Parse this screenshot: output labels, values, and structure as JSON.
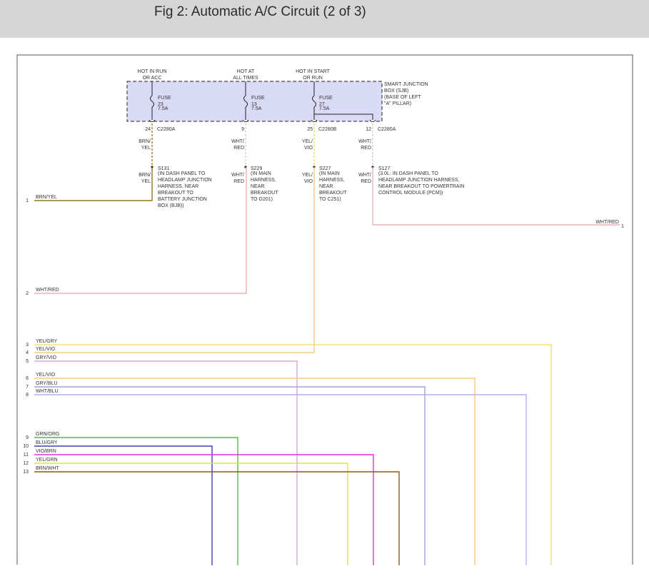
{
  "header": {
    "title": "Fig 2: Automatic A/C Circuit (2 of 3)"
  },
  "power": {
    "run_acc": [
      "HOT IN RUN",
      "OR ACC"
    ],
    "all_times": [
      "HOT AT",
      "ALL TIMES"
    ],
    "start_run": [
      "HOT IN START",
      "OR RUN"
    ]
  },
  "sjb": {
    "label": [
      "SMART JUNCTION",
      "BOX (SJB)",
      "(BASE OF LEFT",
      "\"A\" PILLAR)"
    ],
    "fuses": [
      {
        "name": "FUSE",
        "number": "23",
        "rating": "7.5A"
      },
      {
        "name": "FUSE",
        "number": "13",
        "rating": "7.5A"
      },
      {
        "name": "FUSE",
        "number": "27",
        "rating": "7.5A"
      }
    ]
  },
  "connectors": [
    {
      "pin": "24",
      "name": "C2280A"
    },
    {
      "pin": "9",
      "name": ""
    },
    {
      "pin": "25",
      "name": "C2280B"
    },
    {
      "pin": "12",
      "name": "C2280A"
    }
  ],
  "upper_wire_labels": [
    [
      "BRN/",
      "YEL"
    ],
    [
      "WHT/",
      "RED"
    ],
    [
      "YEL/",
      "VIO"
    ],
    [
      "WHT/",
      "RED"
    ]
  ],
  "splices": [
    {
      "wire": [
        "BRN/",
        "YEL"
      ],
      "desc": [
        "S131",
        "(IN DASH PANEL TO",
        "HEADLAMP JUNCTION",
        "HARNESS, NEAR",
        "BREAKOUT TO",
        "BATTERY JUNCTION",
        "BOX (BJB))"
      ]
    },
    {
      "wire": [
        "WHT/",
        "RED"
      ],
      "desc": [
        "S229",
        "(IN MAIN",
        "HARNESS,",
        "NEAR",
        "BREAKOUT",
        "TO G201)"
      ]
    },
    {
      "wire": [
        "YEL/",
        "VIO"
      ],
      "desc": [
        "S227",
        "(IN MAIN",
        "HARNESS,",
        "NEAR",
        "BREAKOUT",
        "TO C251)"
      ]
    },
    {
      "wire": [
        "WHT/",
        "RED"
      ],
      "desc": [
        "S127",
        "(3.0L: IN DASH PANEL TO",
        "HEADLAMP JUNCTION HARNESS,",
        "NEAR BREAKOUT TO POWERTRAIN",
        "CONTROL MODULE (PCM))"
      ]
    }
  ],
  "right_wire": {
    "label": "WHT/RED",
    "num": "1"
  },
  "wires": [
    {
      "num": "1",
      "label": "BRN/YEL",
      "color": "#8a7a1a"
    },
    {
      "num": "2",
      "label": "WHT/RED",
      "color": "#e8b4b4"
    },
    {
      "num": "3",
      "label": "YEL/GRY",
      "color": "#f2e36a"
    },
    {
      "num": "4",
      "label": "YEL/VIO",
      "color": "#f5c98a"
    },
    {
      "num": "5",
      "label": "GRY/VIO",
      "color": "#d8a6d8"
    },
    {
      "num": "6",
      "label": "YEL/VIO",
      "color": "#f5c98a"
    },
    {
      "num": "7",
      "label": "GRY/BLU",
      "color": "#9aa6d8"
    },
    {
      "num": "8",
      "label": "WHT/BLU",
      "color": "#b4b0e8"
    },
    {
      "num": "9",
      "label": "GRN/ORG",
      "color": "#5cb83a"
    },
    {
      "num": "10",
      "label": "BLU/GRY",
      "color": "#3a3ad0"
    },
    {
      "num": "11",
      "label": "VIO/BRN",
      "color": "#e030d8"
    },
    {
      "num": "12",
      "label": "YEL/GRN",
      "color": "#dde04a"
    },
    {
      "num": "13",
      "label": "BRN/WHT",
      "color": "#8a5a1a"
    }
  ],
  "colors": {
    "sjb_fill": "#d9daf5",
    "header_bg": "#d6d6d6",
    "wht_red_conn": "#e8b4b4",
    "yel_vio_conn": "#f5c98a"
  }
}
